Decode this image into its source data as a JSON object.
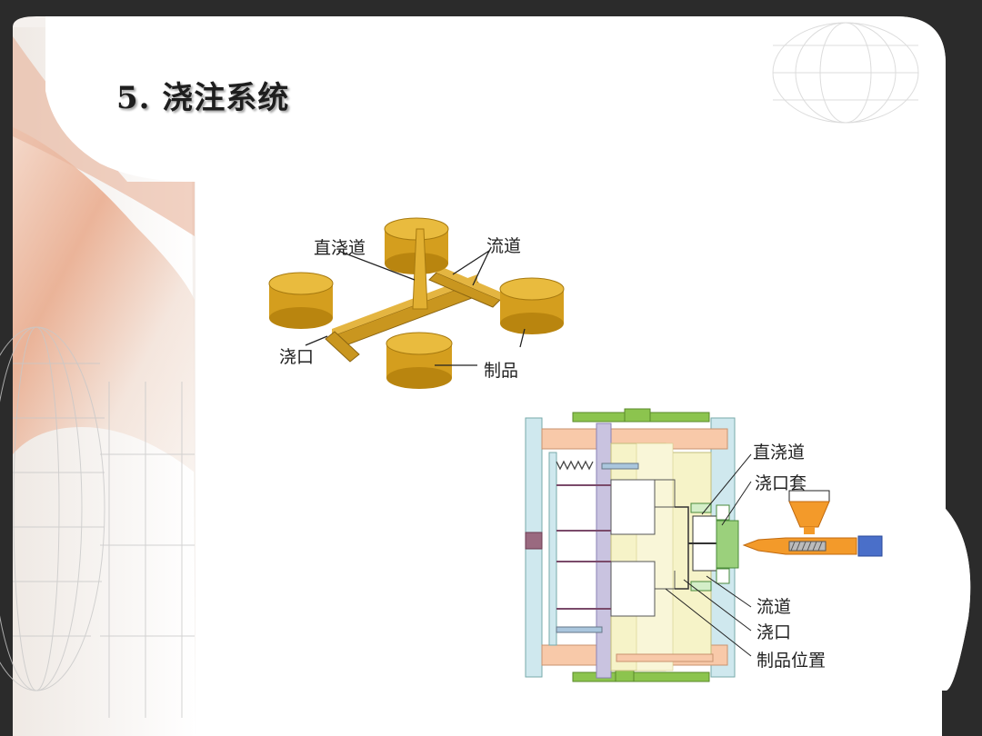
{
  "title": "5. 浇注系统",
  "diagram_top": {
    "labels": {
      "sprue": "直浇道",
      "runner": "流道",
      "gate": "浇口",
      "part": "制品"
    }
  },
  "diagram_mold": {
    "labels": {
      "sprue": "直浇道",
      "sprue_bushing": "浇口套",
      "runner": "流道",
      "gate": "浇口",
      "part_position": "制品位置"
    }
  },
  "colors": {
    "gold": "#d7a52a",
    "gold_dark": "#a77a10",
    "mold_light_yellow": "#f6f3c8",
    "mold_light_blue": "#cfe8ee",
    "mold_peach": "#f8c9a9",
    "mold_green": "#8cc44e",
    "mold_lavender": "#c9c3e0",
    "nozzle_orange": "#f39a2a",
    "barrel_blue": "#4a6fc9"
  }
}
